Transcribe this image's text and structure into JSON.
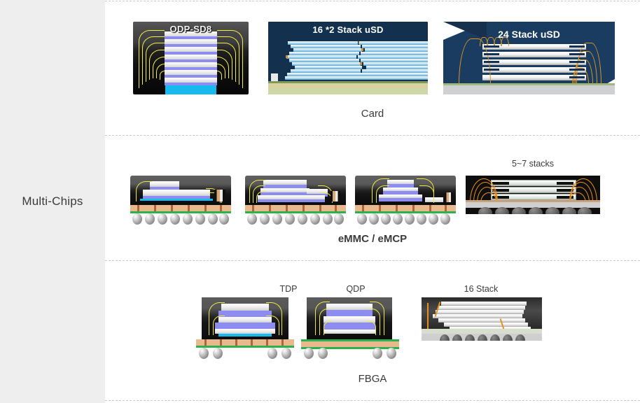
{
  "category": {
    "label": "Multi-Chips"
  },
  "rows": [
    {
      "id": "card",
      "caption": "Card",
      "figures": [
        {
          "id": "odp-sd8",
          "title": "ODP-SD8",
          "mini_label": ""
        },
        {
          "id": "16x2-stack-usd",
          "title": "16 *2 Stack uSD",
          "mini_label": ""
        },
        {
          "id": "24-stack-usd",
          "title": "24 Stack uSD",
          "mini_label": ""
        }
      ]
    },
    {
      "id": "emmc-emcp",
      "caption": "eMMC / eMCP",
      "figures": [
        {
          "id": "emmc-1",
          "title": "",
          "mini_label": ""
        },
        {
          "id": "emmc-2",
          "title": "",
          "mini_label": ""
        },
        {
          "id": "emmc-3",
          "title": "",
          "mini_label": ""
        },
        {
          "id": "emmc-4",
          "title": "",
          "mini_label": "5~7 stacks"
        }
      ]
    },
    {
      "id": "fbga",
      "caption": "FBGA",
      "figures": [
        {
          "id": "fbga-tdp",
          "title": "",
          "mini_label": "TDP"
        },
        {
          "id": "fbga-qdp",
          "title": "",
          "mini_label": "QDP"
        },
        {
          "id": "fbga-16stack",
          "title": "",
          "mini_label": "16 Stack"
        }
      ]
    }
  ],
  "colors": {
    "sidebar_bg": "#eeeeee",
    "content_bg": "#ffffff",
    "divider": "#c9c9c9",
    "text": "#3b3b3b",
    "card_navy": "#14304f",
    "card_navy_2": "#1b3c61",
    "die_purple": "#8d8cf0",
    "bond_wire_yellow": "#f0ea46",
    "bond_wire_orange": "#e8901d",
    "cyan_die": "#17b9ef",
    "substrate_green": "#2bb24a",
    "substrate_tan": "#e7b98d"
  }
}
